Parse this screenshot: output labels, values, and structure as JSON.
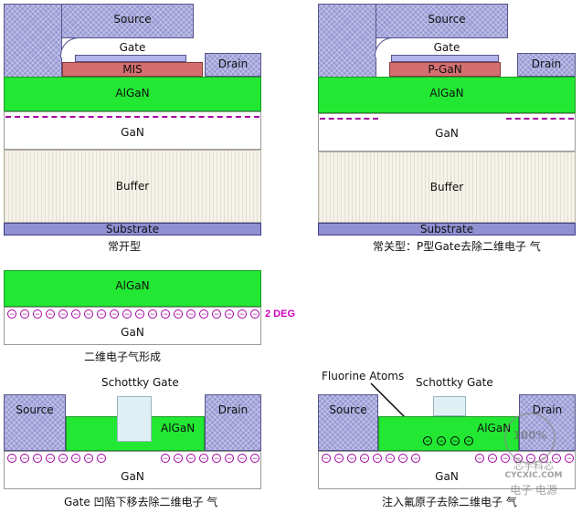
{
  "panels": {
    "normally_on": {
      "source": "Source",
      "gate": "Gate",
      "gate_insulator": "MIS",
      "drain": "Drain",
      "algan": "AlGaN",
      "gan": "GaN",
      "buffer": "Buffer",
      "substrate": "Substrate",
      "caption": "常开型"
    },
    "normally_off_pgan": {
      "source": "Source",
      "gate": "Gate",
      "gate_insulator": "P-GaN",
      "drain": "Drain",
      "algan": "AlGaN",
      "gan": "GaN",
      "buffer": "Buffer",
      "substrate": "Substrate",
      "caption": "常关型：P型Gate去除二维电子 气"
    },
    "two_deg": {
      "algan": "AlGaN",
      "gan": "GaN",
      "label": "2 DEG",
      "caption": "二维电子气形成"
    },
    "recessed_gate": {
      "schottky_gate": "Schottky Gate",
      "source": "Source",
      "drain": "Drain",
      "algan": "AlGaN",
      "gan": "GaN",
      "caption": "Gate 凹陷下移去除二维电子  气"
    },
    "fluorine": {
      "annotation": "Fluorine  Atoms",
      "schottky_gate": "Schottky Gate",
      "source": "Source",
      "drain": "Drain",
      "algan": "AlGaN",
      "gan": "GaN",
      "caption": "注入氟原子去除二维电子 气"
    }
  },
  "watermark": {
    "stamp": "100%",
    "site": "CYCXIC.COM",
    "brand": "芯宇科芯",
    "name": "电子 电源"
  },
  "colors": {
    "algan": "#22e833",
    "metal": "#9a9ad6",
    "mis": "#d46f6f",
    "electron": "#a000a0",
    "deg_label": "#d000c0"
  }
}
